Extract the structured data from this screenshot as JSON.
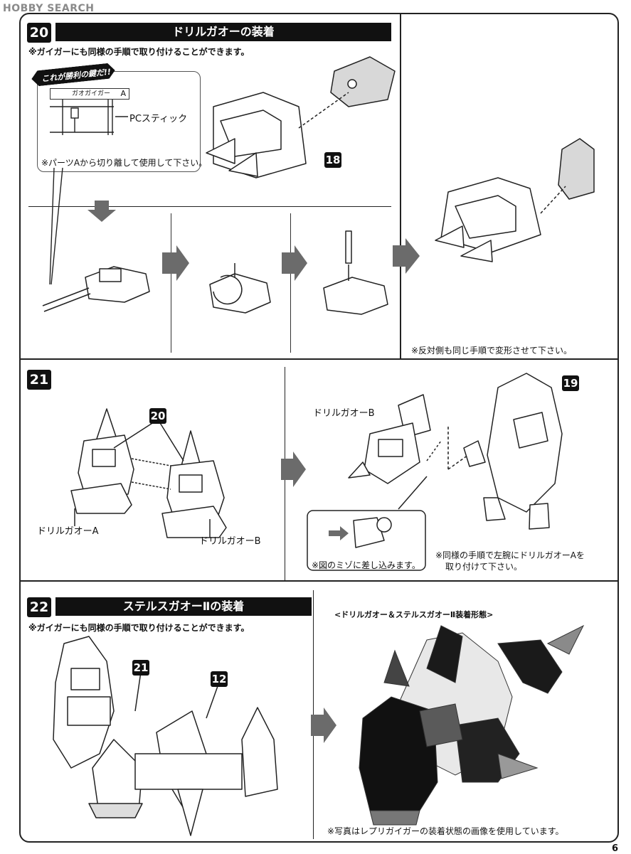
{
  "watermark": "HOBBY SEARCH",
  "page_number": "6",
  "step20": {
    "number": "20",
    "title": "ドリルガオーの装着",
    "note": "※ガイガーにも同様の手順で取り付けることができます。",
    "callout_banner": "これが勝利の鍵だ!!",
    "runner_label": "ガオガイガー",
    "runner_letter": "A",
    "pc_stick_label": "PCスティック",
    "cut_note": "※パーツAから切り離して使用して下さい。",
    "part_ref": "18",
    "other_side_note": "※反対側も同じ手順で変形させて下さい。"
  },
  "step21": {
    "number": "21",
    "part_ref_20": "20",
    "label_a": "ドリルガオーA",
    "label_b": "ドリルガオーB",
    "label_b2": "ドリルガオーB",
    "part_ref_19": "19",
    "groove_note": "※図のミゾに差し込みます。",
    "left_arm_note_1": "※同様の手順で左腕にドリルガオーAを",
    "left_arm_note_2": "取り付けて下さい。"
  },
  "step22": {
    "number": "22",
    "title": "ステルスガオーⅡの装着",
    "note": "※ガイガーにも同様の手順で取り付けることができます。",
    "part_ref_21": "21",
    "part_ref_12": "12",
    "photo_title": "<ドリルガオー＆ステルスガオーⅡ装着形態>",
    "photo_note": "※写真はレプリガイガーの装着状態の画像を使用しています。"
  }
}
